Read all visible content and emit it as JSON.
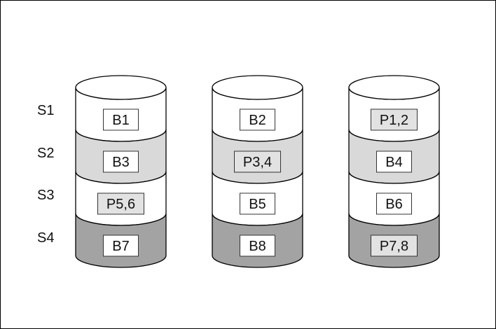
{
  "stripe_labels": [
    "S1",
    "S2",
    "S3",
    "S4"
  ],
  "stripe_colors": [
    "#ffffff",
    "#d9d9d9",
    "#ffffff",
    "#a3a3a3"
  ],
  "parity_box_color": "#e2e2e2",
  "disks": [
    {
      "blocks": [
        {
          "label": "B1",
          "parity": false
        },
        {
          "label": "B3",
          "parity": false
        },
        {
          "label": "P5,6",
          "parity": true
        },
        {
          "label": "B7",
          "parity": false
        }
      ]
    },
    {
      "blocks": [
        {
          "label": "B2",
          "parity": false
        },
        {
          "label": "P3,4",
          "parity": true
        },
        {
          "label": "B5",
          "parity": false
        },
        {
          "label": "B8",
          "parity": false
        }
      ]
    },
    {
      "blocks": [
        {
          "label": "P1,2",
          "parity": true
        },
        {
          "label": "B4",
          "parity": false
        },
        {
          "label": "B6",
          "parity": false
        },
        {
          "label": "P7,8",
          "parity": true
        }
      ]
    }
  ]
}
